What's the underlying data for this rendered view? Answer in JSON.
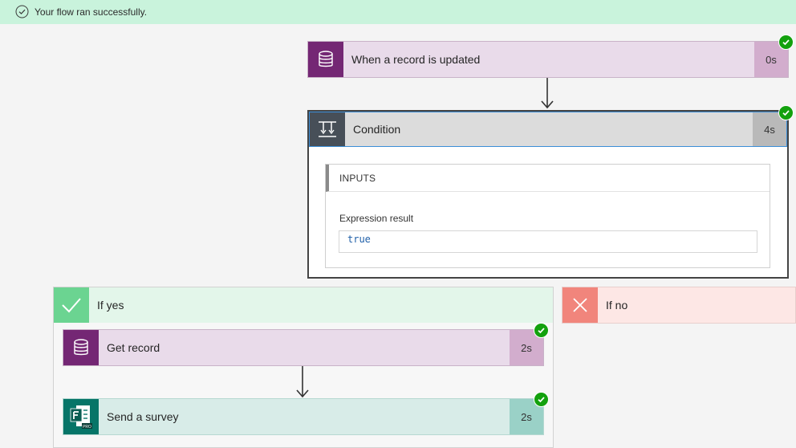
{
  "banner": {
    "message": "Your flow ran successfully."
  },
  "trigger": {
    "title": "When a record is updated",
    "duration": "0s",
    "icon": "database-icon"
  },
  "condition": {
    "title": "Condition",
    "duration": "4s",
    "icon": "condition-icon",
    "inputs_header": "INPUTS",
    "expression_label": "Expression result",
    "expression_value": "true"
  },
  "branches": {
    "yes": {
      "label": "If yes",
      "icon": "checkmark-icon",
      "color": "#6bd491"
    },
    "no": {
      "label": "If no",
      "icon": "close-icon",
      "color": "#f1857c"
    }
  },
  "yes_steps": [
    {
      "title": "Get record",
      "duration": "2s",
      "icon": "database-icon"
    },
    {
      "title": "Send a survey",
      "duration": "2s",
      "icon": "forms-pro-icon",
      "icon_badge": "PRO"
    }
  ],
  "colors": {
    "dynamics_purple": "#742774",
    "dynamics_light": "#e9dbea",
    "dynamics_dur": "#d2adcd",
    "forms_teal": "#077568",
    "forms_light": "#d8ece8",
    "forms_dur": "#9ad1c7",
    "success_green": "#13a10e"
  }
}
